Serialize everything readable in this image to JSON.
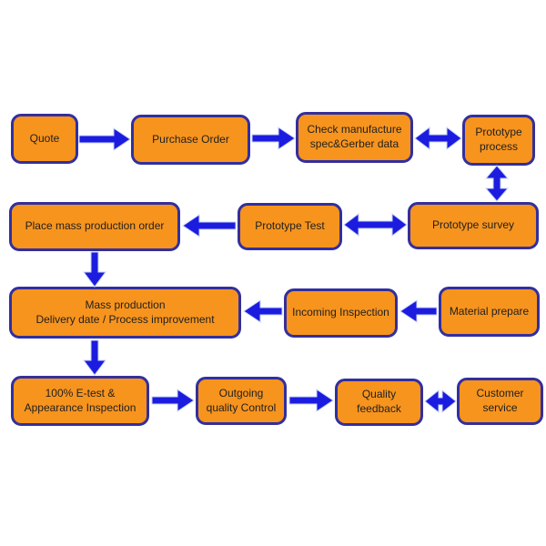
{
  "diagram": {
    "type": "flowchart",
    "colors": {
      "background": "#FFFFFF",
      "node_fill": "#F7941E",
      "node_border": "#322F9E",
      "arrow": "#1C1CE0",
      "text": "#1F1F1F"
    },
    "nodes": {
      "quote": {
        "label": "Quote"
      },
      "purchase_order": {
        "label": "Purchase Order"
      },
      "check_manufacture": {
        "label": "Check manufacture\nspec&Gerber data"
      },
      "prototype_process": {
        "label": "Prototype\nprocess"
      },
      "place_mass_production_order": {
        "label": "Place mass production order"
      },
      "prototype_test": {
        "label": "Prototype Test"
      },
      "prototype_survey": {
        "label": "Prototype survey"
      },
      "mass_production": {
        "label": "Mass production\nDelivery date / Process improvement"
      },
      "incoming_inspection": {
        "label": "Incoming Inspection"
      },
      "material_prepare": {
        "label": "Material prepare"
      },
      "etest_appearance_inspection": {
        "label": "100% E-test &\nAppearance Inspection"
      },
      "outgoing_quality_control": {
        "label": "Outgoing\nquality Control"
      },
      "quality_feedback": {
        "label": "Quality\nfeedback"
      },
      "customer_service": {
        "label": "Customer\nservice"
      }
    },
    "edges": [
      {
        "from": "quote",
        "to": "purchase_order",
        "type": "arrow"
      },
      {
        "from": "purchase_order",
        "to": "check_manufacture",
        "type": "arrow"
      },
      {
        "from": "check_manufacture",
        "to": "prototype_process",
        "type": "double-arrow"
      },
      {
        "from": "prototype_process",
        "to": "prototype_survey",
        "type": "double-arrow"
      },
      {
        "from": "prototype_survey",
        "to": "prototype_test",
        "type": "double-arrow"
      },
      {
        "from": "prototype_test",
        "to": "place_mass_production_order",
        "type": "arrow"
      },
      {
        "from": "place_mass_production_order",
        "to": "mass_production",
        "type": "arrow"
      },
      {
        "from": "material_prepare",
        "to": "incoming_inspection",
        "type": "arrow"
      },
      {
        "from": "incoming_inspection",
        "to": "mass_production",
        "type": "arrow"
      },
      {
        "from": "mass_production",
        "to": "etest_appearance_inspection",
        "type": "arrow"
      },
      {
        "from": "etest_appearance_inspection",
        "to": "outgoing_quality_control",
        "type": "arrow"
      },
      {
        "from": "outgoing_quality_control",
        "to": "quality_feedback",
        "type": "arrow"
      },
      {
        "from": "quality_feedback",
        "to": "customer_service",
        "type": "double-arrow"
      }
    ]
  }
}
